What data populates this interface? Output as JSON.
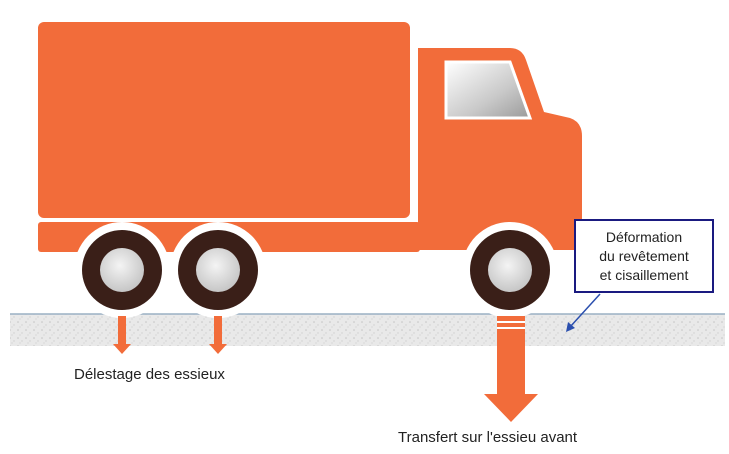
{
  "labels": {
    "unloading": "Délestage des essieux",
    "transfer": "Transfert sur l'essieu avant",
    "callout_lines": [
      "Déformation",
      "du revêtement",
      "et cisaillement"
    ]
  },
  "colors": {
    "truck_body": "#f26c3a",
    "tire": "#3a1f18",
    "hub": "#e0e0e0",
    "window": "#c8c8c8",
    "ground": "#e6e6e6",
    "callout_border": "#1a1a80",
    "callout_arrow": "#2b4fae",
    "load_arrow": "#f26c3a"
  },
  "icons": [
    "truck-icon",
    "wheel-icon",
    "down-arrow-icon"
  ]
}
